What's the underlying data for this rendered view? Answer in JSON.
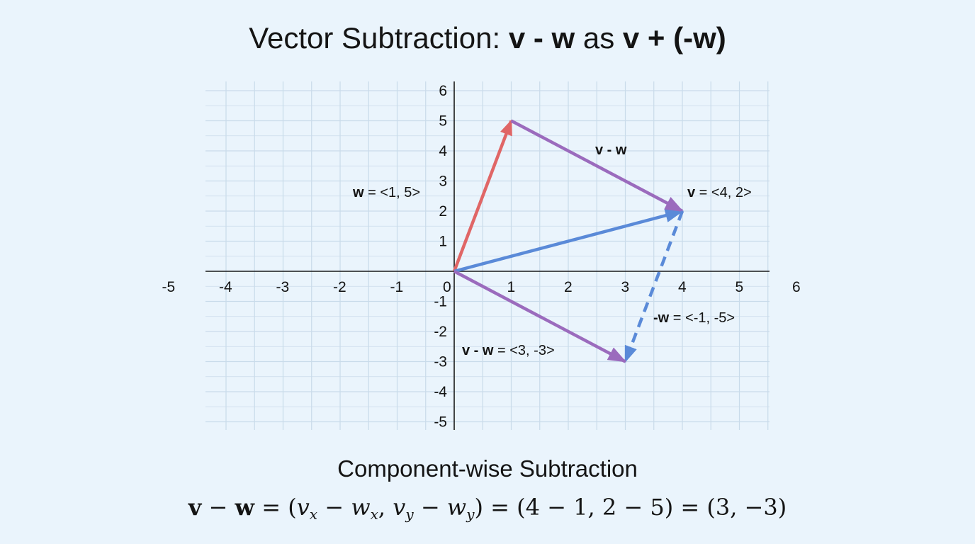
{
  "title": {
    "prefix": "Vector Subtraction: ",
    "expr_lhs": "v - w",
    "middle": " as ",
    "expr_rhs": "v + (-w)"
  },
  "grid": {
    "x_ticks": [
      -5,
      -4,
      -3,
      -2,
      -1,
      0,
      1,
      2,
      3,
      4,
      5,
      6
    ],
    "y_ticks": [
      6,
      5,
      4,
      3,
      2,
      1,
      -1,
      -2,
      -3,
      -4,
      -5
    ],
    "x_range": [
      -5.5,
      6.3
    ],
    "y_range": [
      -5.5,
      6.3
    ]
  },
  "colors": {
    "grid": "#c9dbea",
    "axis": "#1a1a1a",
    "w": "#e06666",
    "v": "#5a8ad8",
    "neg_w": "#5a8ad8",
    "diff": "#9b6bbd"
  },
  "vectors": [
    {
      "id": "w",
      "from": [
        0,
        0
      ],
      "to": [
        1,
        5
      ],
      "color": "w",
      "dashed": false
    },
    {
      "id": "v",
      "from": [
        0,
        0
      ],
      "to": [
        4,
        2
      ],
      "color": "v",
      "dashed": false
    },
    {
      "id": "v_minus_w_top",
      "from": [
        1,
        5
      ],
      "to": [
        4,
        2
      ],
      "color": "diff",
      "dashed": false
    },
    {
      "id": "neg_w",
      "from": [
        4,
        2
      ],
      "to": [
        3,
        -3
      ],
      "color": "neg_w",
      "dashed": true
    },
    {
      "id": "v_minus_w_origin",
      "from": [
        0,
        0
      ],
      "to": [
        3,
        -3
      ],
      "color": "diff",
      "dashed": false
    }
  ],
  "labels": {
    "w": {
      "bold": "w",
      "rest": " = <1, 5>"
    },
    "v": {
      "bold": "v",
      "rest": " = <4, 2>"
    },
    "diff_top": {
      "bold": "v - w",
      "rest": ""
    },
    "neg_w": {
      "bold": "-w",
      "rest": " = <-1, -5>"
    },
    "diff_result": {
      "bold": "v - w",
      "rest": " = <3, -3>"
    }
  },
  "caption": "Component-wise Subtraction",
  "formula": {
    "lhs_v": "v",
    "minus": " − ",
    "lhs_w": "w",
    "eq1": " = (",
    "vx": "v",
    "x_sub": "x",
    "wx": "w",
    "sep": ", ",
    "vy": "v",
    "y_sub": "y",
    "wy": "w",
    "eq2": ") = (4 − 1, 2 − 5) = (3, −3)"
  }
}
